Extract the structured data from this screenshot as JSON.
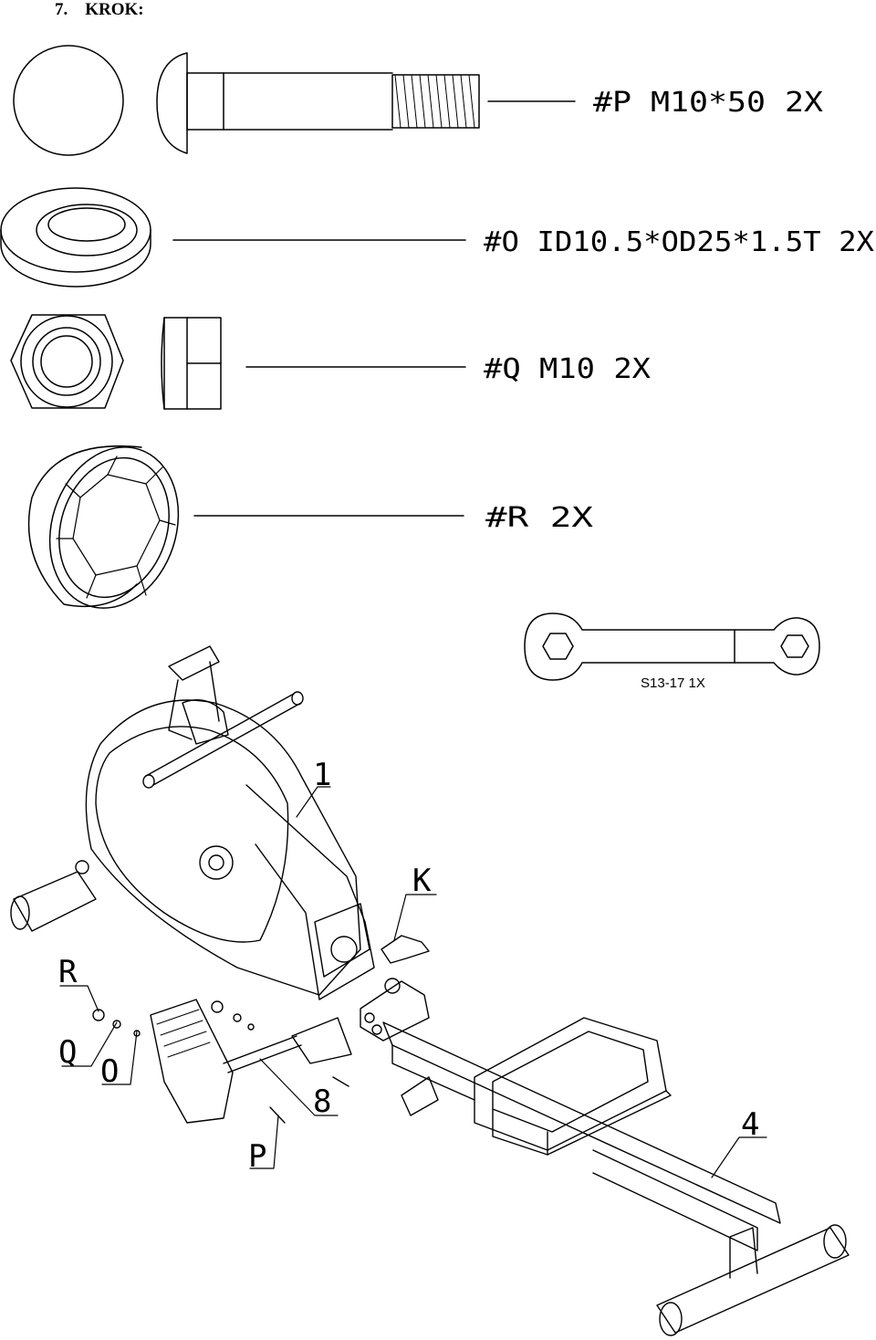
{
  "step": {
    "number": "7.",
    "word": "KROK:"
  },
  "parts": [
    {
      "id": "P",
      "label": "#P M10ⅹ50 2X",
      "text": "#P M10*50 2X"
    },
    {
      "id": "O",
      "text": "#O ID10.5*OD25*1.5T 2X"
    },
    {
      "id": "Q",
      "text": "#Q M10 2X"
    },
    {
      "id": "R",
      "text": "#R 2X"
    }
  ],
  "tool": {
    "text": "S13-17 1X"
  },
  "callouts": {
    "frame": "1",
    "k": "K",
    "r": "R",
    "q": "Q",
    "o": "O",
    "axle": "8",
    "p": "P",
    "rail": "4"
  }
}
